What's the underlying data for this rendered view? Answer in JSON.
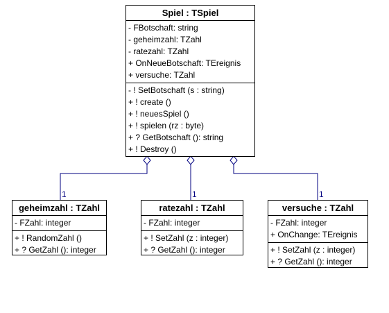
{
  "main_class": {
    "title": "Spiel : TSpiel",
    "attributes": [
      "- FBotschaft: string",
      "- geheimzahl: TZahl",
      "- ratezahl: TZahl",
      "+ OnNeueBotschaft: TEreignis",
      "+ versuche: TZahl"
    ],
    "operations": [
      "- ! SetBotschaft (s : string)",
      "+ ! create ()",
      "+ ! neuesSpiel ()",
      "+ ! spielen (rz : byte)",
      "+ ? GetBotschaft (): string",
      "+ ! Destroy ()"
    ]
  },
  "part_classes": [
    {
      "title": "geheimzahl : TZahl",
      "attributes": [
        "- FZahl: integer"
      ],
      "operations": [
        "+ ! RandomZahl ()",
        "+ ? GetZahl (): integer"
      ],
      "multiplicity": "1"
    },
    {
      "title": "ratezahl : TZahl",
      "attributes": [
        "- FZahl: integer"
      ],
      "operations": [
        "+ ! SetZahl (z : integer)",
        "+ ? GetZahl (): integer"
      ],
      "multiplicity": "1"
    },
    {
      "title": "versuche : TZahl",
      "attributes": [
        "- FZahl: integer",
        "+ OnChange: TEreignis"
      ],
      "operations": [
        "+ ! SetZahl (z : integer)",
        "+ ? GetZahl (): integer"
      ],
      "multiplicity": "1"
    }
  ],
  "colors": {
    "link": "#000080",
    "border": "#000000"
  }
}
